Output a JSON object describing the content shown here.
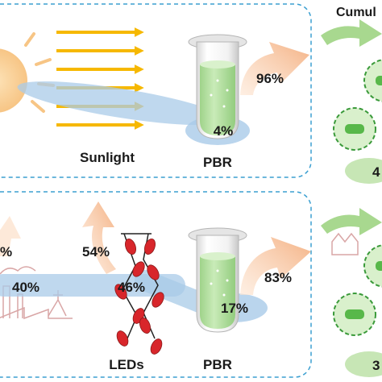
{
  "colors": {
    "panel_border": "#3b9fd1",
    "arrow_sun": "#f6b800",
    "arrow_out": "#f4b183",
    "beam": "#a9cbe8",
    "sun": "#f8c888",
    "culture": "#b7e3a1",
    "cell": "#58b84a",
    "led": "#d8262b",
    "factory": "#d9a6a6"
  },
  "top_panel": {
    "sunlight_label": "Sunlight",
    "pbr_label": "PBR",
    "absorbed_pct": "4%",
    "lost_pct": "96%"
  },
  "bottom_panel": {
    "leds_label": "LEDs",
    "pbr_label": "PBR",
    "power_pct": "40%",
    "led_out_pct": "46%",
    "led_loss_pct": "54%",
    "pbr_absorbed_pct": "17%",
    "pbr_lost_pct": "83%",
    "partial_left_pct": "%"
  },
  "side_panel": {
    "title": "Cumul",
    "top_value": "4",
    "bottom_value": "3"
  }
}
